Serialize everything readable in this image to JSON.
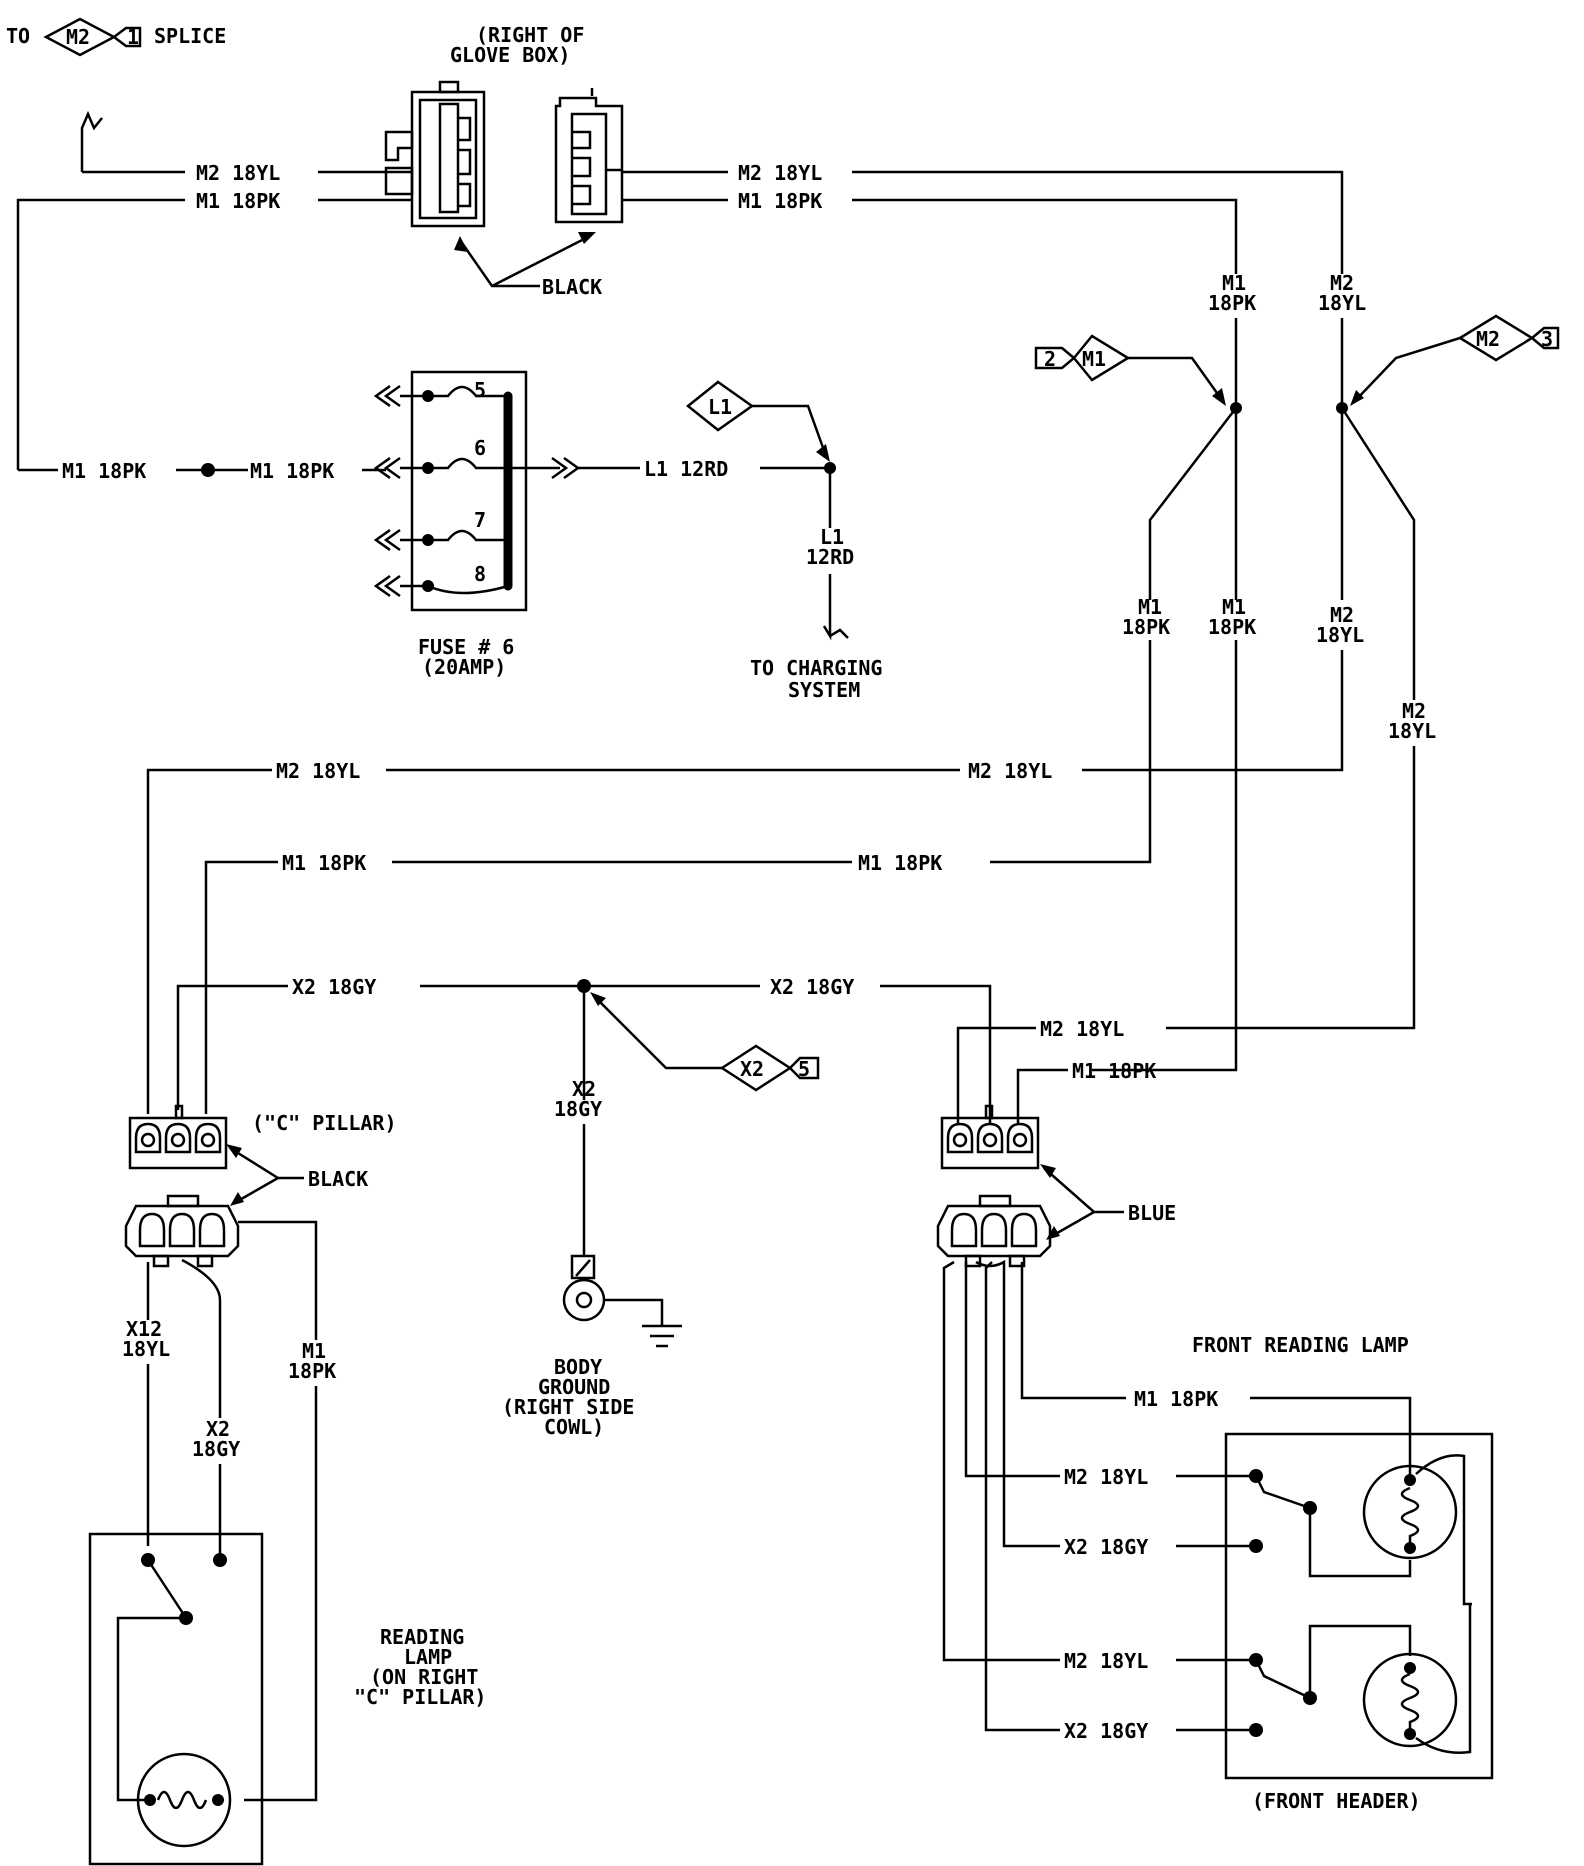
{
  "palette": {
    "ink": "#000000",
    "paper": "#ffffff"
  },
  "labels": {
    "to": "TO",
    "splice": "SPLICE",
    "glove1": "(RIGHT OF",
    "glove2": "GLOVE BOX)",
    "black": "BLACK",
    "black2": "BLACK",
    "blue": "BLUE",
    "fuse1": "FUSE # 6",
    "fuse2": "(20AMP)",
    "charging1": "TO CHARGING",
    "charging2": "SYSTEM",
    "cpillar": "(\"C\" PILLAR)",
    "ground1": "BODY",
    "ground2": "GROUND",
    "ground3": "(RIGHT SIDE",
    "ground4": "COWL)",
    "reading1": "READING",
    "reading2": "LAMP",
    "reading3": "(ON RIGHT",
    "reading4": "\"C\" PILLAR)",
    "front_lamp": "FRONT READING LAMP",
    "front_header": "(FRONT HEADER)"
  },
  "fuse_pins": [
    "5",
    "6",
    "7",
    "8"
  ],
  "splices": {
    "m2_a": {
      "code": "M2",
      "num": "1"
    },
    "m1": {
      "code": "M1",
      "num": "2"
    },
    "m2_b": {
      "code": "M2",
      "num": "3"
    },
    "l1": {
      "code": "L1"
    },
    "x2": {
      "code": "X2",
      "num": "5"
    }
  },
  "wires": {
    "m2_18yl": "M2 18YL",
    "m1_18pk": "M1 18PK",
    "l1_12rd": "L1 12RD",
    "x2_18gy": "X2 18GY",
    "m1": "M1",
    "m2": "M2",
    "l1": "L1",
    "x2": "X2",
    "x12": "X12",
    "c18pk": "18PK",
    "c18yl": "18YL",
    "c12rd": "12RD",
    "c18gy": "18GY"
  }
}
